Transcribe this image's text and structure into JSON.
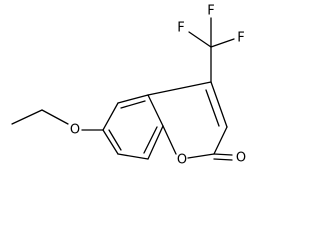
{
  "structure": {
    "atoms": {
      "fluorine": [
        "F",
        "F",
        "F"
      ],
      "ether_oxygen": "O",
      "ring_oxygen": "O",
      "carbonyl_oxygen": "O"
    }
  }
}
